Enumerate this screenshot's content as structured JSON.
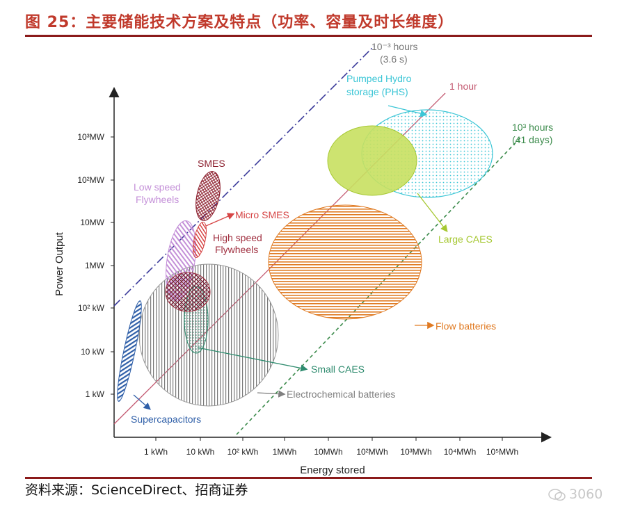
{
  "header": {
    "figure_title": "图 25：主要储能技术方案及特点（功率、容量及时长维度）"
  },
  "axes": {
    "y_label": "Power Output",
    "x_label": "Energy stored",
    "y_ticks": [
      "1 kW",
      "10 kW",
      "10² kW",
      "1MW",
      "10MW",
      "10²MW",
      "10³MW"
    ],
    "x_ticks": [
      "1 kWh",
      "10 kWh",
      "10² kWh",
      "1MWh",
      "10MWh",
      "10²MWh",
      "10³MWh",
      "10⁴MWh",
      "10⁵MWh"
    ]
  },
  "duration_lines": {
    "short": {
      "label_1": "10⁻³ hours",
      "label_2": "(3.6 s)"
    },
    "hour": {
      "label": "1 hour"
    },
    "long": {
      "label_1": "10³ hours",
      "label_2": "(41 days)"
    }
  },
  "technologies": {
    "pumped_hydro": {
      "label_1": "Pumped Hydro",
      "label_2": "storage (PHS)"
    },
    "large_caes": {
      "label": "Large CAES"
    },
    "flow_batteries": {
      "label": "Flow batteries"
    },
    "smes": {
      "label": "SMES"
    },
    "micro_smes": {
      "label": "Micro SMES"
    },
    "low_speed_flywheels": {
      "label_1": "Low speed",
      "label_2": "Flywheels"
    },
    "high_speed_flywheels": {
      "label_1": "High speed",
      "label_2": "Flywheels"
    },
    "small_caes": {
      "label": "Small CAES"
    },
    "electrochemical_batteries": {
      "label": "Electrochemical batteries"
    },
    "supercapacitors": {
      "label": "Supercapacitors"
    }
  },
  "footer": {
    "source": "资料来源：ScienceDirect、招商证券",
    "watermark": "3060"
  },
  "colors": {
    "title_red": "#c0392b",
    "rule": "#8b1a1a",
    "phs": "#3cc6d6",
    "large_caes": "#a6c832",
    "flow": "#e07a22",
    "smes": "#8b1d2c",
    "micro_smes": "#d64545",
    "low_flywheel": "#c490d8",
    "high_flywheel": "#a03040",
    "small_caes": "#2e8b6e",
    "electrochem": "#808080",
    "supercap": "#2f5fa8",
    "line_short": "#3a3a9a",
    "line_hour": "#c2566e",
    "line_long": "#3a8a4a"
  }
}
